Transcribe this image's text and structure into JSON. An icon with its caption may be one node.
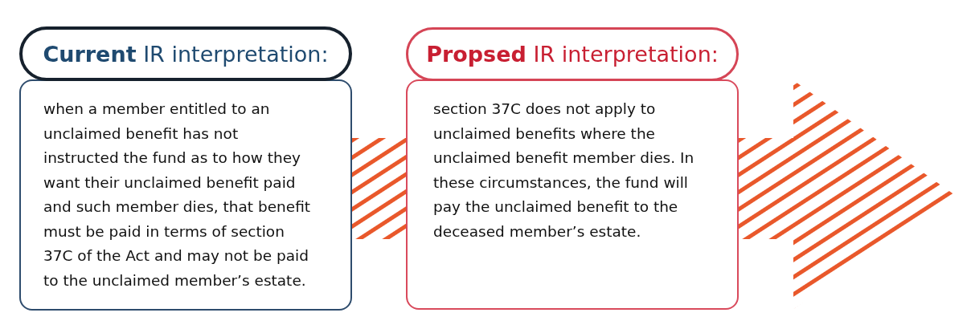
{
  "diagram": {
    "nodes": [
      {
        "text": [
          "**Current** IR interpretation:"
        ]
      },
      {
        "text": [
          "when a member entitled to an unclaimed benefit has not instructed the fund as to how they want their unclaimed benefit paid and such member dies, that benefit must be paid in terms of section 37C of the Act and may not be paid to the unclaimed member’s estate."
        ]
      },
      {
        "text": [
          "**Propsed** IR interpretation:"
        ]
      },
      {
        "text": [
          "section 37C does not apply to unclaimed benefits where the unclaimed benefit member dies. In these circumstances, the fund will pay the unclaimed benefit to the deceased member’s estate."
        ]
      }
    ],
    "edges": [
      {
        "from": 1,
        "to": 3,
        "arrow": "none",
        "style": "thick"
      },
      {
        "from": 3,
        "to": null,
        "arrow": "to",
        "style": "thick"
      }
    ]
  }
}
